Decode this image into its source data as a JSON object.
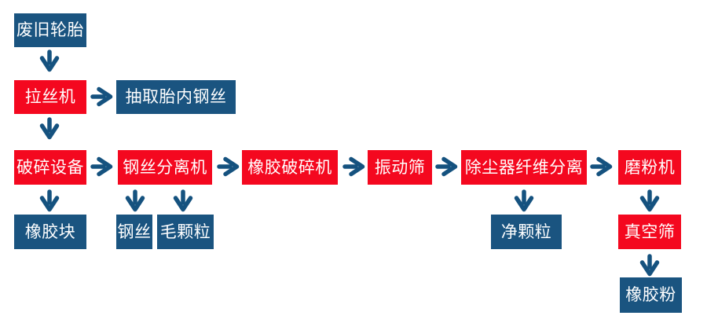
{
  "diagram": {
    "kind": "flowchart",
    "subject": "waste-tire-rubber-powder-recycling-process",
    "colors": {
      "process_box": "#f4081f",
      "product_box": "#1a5480",
      "arrow": "#15527f",
      "box_text": "#ffffff",
      "background": "#ffffff"
    },
    "nodes": {
      "waste_tire": {
        "label": "废旧轮胎",
        "type": "product"
      },
      "wire_drawing": {
        "label": "拉丝机",
        "type": "process"
      },
      "extract_steel": {
        "label": "抽取胎内钢丝",
        "type": "product"
      },
      "crushing": {
        "label": "破碎设备",
        "type": "process"
      },
      "rubber_block": {
        "label": "橡胶块",
        "type": "product"
      },
      "wire_separator": {
        "label": "钢丝分离机",
        "type": "process"
      },
      "steel_wire": {
        "label": "钢丝",
        "type": "product"
      },
      "rough_granule": {
        "label": "毛颗粒",
        "type": "product"
      },
      "rubber_crusher": {
        "label": "橡胶破碎机",
        "type": "process"
      },
      "vibrating_screen": {
        "label": "振动筛",
        "type": "process"
      },
      "dust_fiber_sep": {
        "label": "除尘器纤维分离",
        "type": "process"
      },
      "clean_granule": {
        "label": "净颗粒",
        "type": "product"
      },
      "grinder": {
        "label": "磨粉机",
        "type": "process"
      },
      "vacuum_screen": {
        "label": "真空筛",
        "type": "process"
      },
      "rubber_powder": {
        "label": "橡胶粉",
        "type": "product"
      }
    },
    "edges": [
      {
        "from": "waste_tire",
        "to": "wire_drawing",
        "direction": "down"
      },
      {
        "from": "wire_drawing",
        "to": "extract_steel",
        "direction": "right"
      },
      {
        "from": "wire_drawing",
        "to": "crushing",
        "direction": "down"
      },
      {
        "from": "crushing",
        "to": "wire_separator",
        "direction": "right"
      },
      {
        "from": "crushing",
        "to": "rubber_block",
        "direction": "down"
      },
      {
        "from": "wire_separator",
        "to": "steel_wire",
        "direction": "down"
      },
      {
        "from": "wire_separator",
        "to": "rough_granule",
        "direction": "down"
      },
      {
        "from": "wire_separator",
        "to": "rubber_crusher",
        "direction": "right"
      },
      {
        "from": "rubber_crusher",
        "to": "vibrating_screen",
        "direction": "right"
      },
      {
        "from": "vibrating_screen",
        "to": "dust_fiber_sep",
        "direction": "right"
      },
      {
        "from": "dust_fiber_sep",
        "to": "clean_granule",
        "direction": "down"
      },
      {
        "from": "dust_fiber_sep",
        "to": "grinder",
        "direction": "right"
      },
      {
        "from": "grinder",
        "to": "vacuum_screen",
        "direction": "down"
      },
      {
        "from": "vacuum_screen",
        "to": "rubber_powder",
        "direction": "down"
      }
    ]
  }
}
